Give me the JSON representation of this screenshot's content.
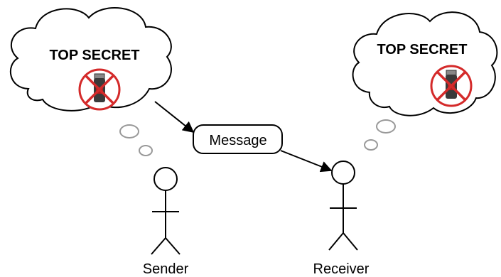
{
  "left_thought": {
    "title": "TOP SECRET",
    "icon": "no-usb-drive-icon"
  },
  "right_thought": {
    "title": "TOP SECRET",
    "icon": "no-usb-drive-icon"
  },
  "message": {
    "label": "Message"
  },
  "sender": {
    "label": "Sender"
  },
  "receiver": {
    "label": "Receiver"
  },
  "colors": {
    "prohibited": "#d42a2a",
    "stroke": "#000000",
    "bubble": "#e5e5e5",
    "usb_body": "#3a3a3a"
  }
}
